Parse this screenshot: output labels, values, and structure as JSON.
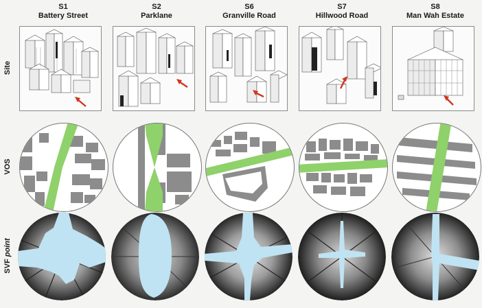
{
  "rows": {
    "site": "Site",
    "vos": "VOS",
    "svf_prefix": "SVF",
    "svf_suffix": "point"
  },
  "columns": [
    {
      "code": "S1",
      "name": "Battery Street"
    },
    {
      "code": "S2",
      "name": "Parklane"
    },
    {
      "code": "S6",
      "name": "Granville Road"
    },
    {
      "code": "S7",
      "name": "Hillwood Road"
    },
    {
      "code": "S8",
      "name": "Man Wah Estate"
    }
  ],
  "colors": {
    "open_space": "#8fd16a",
    "building": "#8c8c8c",
    "sky": "#bfe3f2",
    "marker": "#d0351e"
  }
}
